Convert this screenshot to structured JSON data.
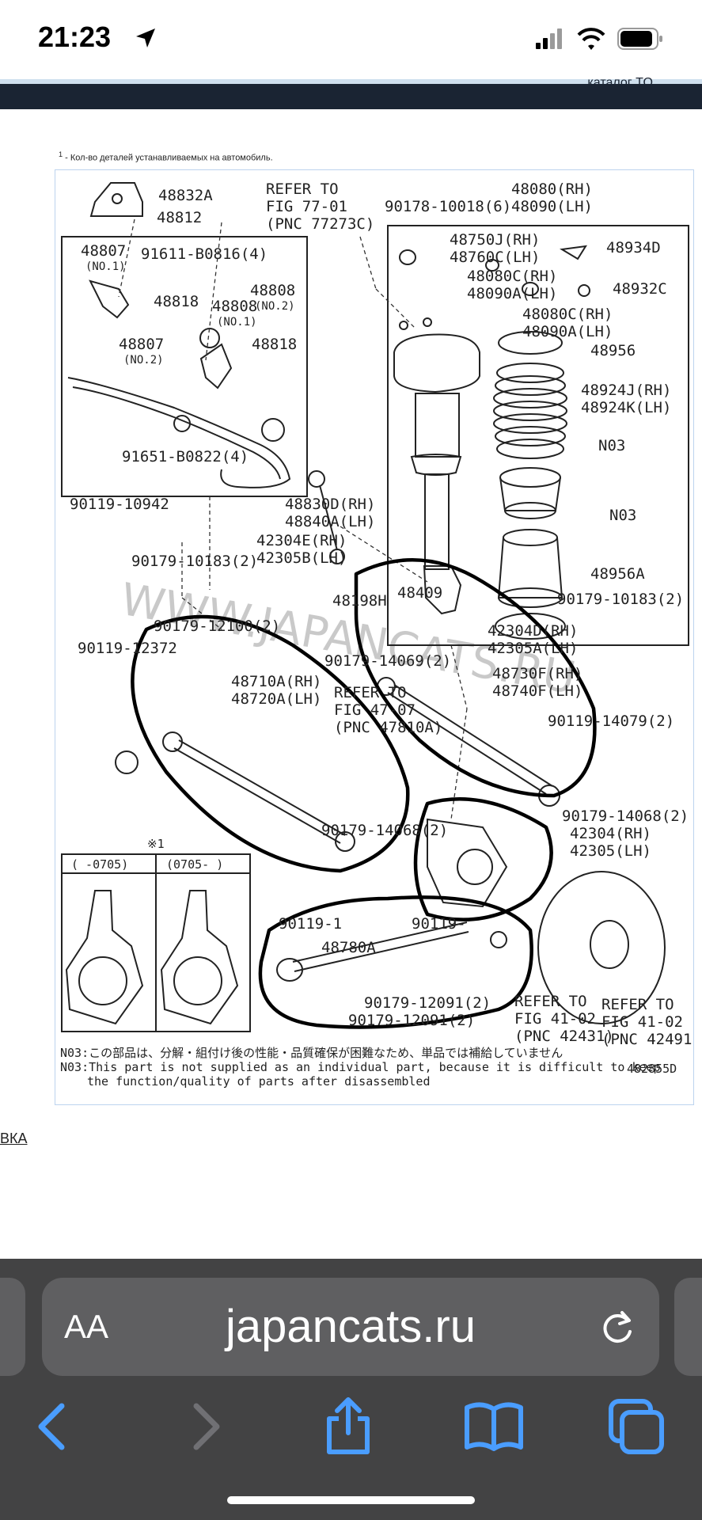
{
  "status_bar": {
    "time": "21:23"
  },
  "header": {
    "partial_link": "каталог TO"
  },
  "page": {
    "footnote_marker": "1",
    "footnote": "- Кол-во деталей устанавливаемых на автомобиль.",
    "side_link_partial": "ВКА"
  },
  "diagram": {
    "labels": {
      "p48832A": "48832A",
      "p48812": "48812",
      "refer_7701_a": "REFER TO",
      "refer_7701_b": "FIG 77-01",
      "refer_7701_c": "(PNC 77273C)",
      "p90178": "90178-10018(6)",
      "p48080RH": "48080(RH)",
      "p48090LH": "48090(LH)",
      "p48807a": "48807",
      "no1a": "(NO.1)",
      "p91611": "91611-B0816(4)",
      "p48808a": "48808",
      "no2a": "(NO.2)",
      "p48818a": "48818",
      "p48808b": "48808",
      "no1b": "(NO.1)",
      "p48807b": "48807",
      "no2b": "(NO.2)",
      "p48818b": "48818",
      "p48750J": "48750J(RH)",
      "p48760C": "48760C(LH)",
      "p48934D": "48934D",
      "p48080C_1": "48080C(RH)",
      "p48090A_1": "48090A(LH)",
      "p48932C": "48932C",
      "p48080C_2": "48080C(RH)",
      "p48090A_2": "48090A(LH)",
      "p48956": "48956",
      "p48924J": "48924J(RH)",
      "p48924K": "48924K(LH)",
      "n03a": "N03",
      "n03b": "N03",
      "p48956A": "48956A",
      "p91651": "91651-B0822(4)",
      "p90119_10942": "90119-10942",
      "p48830D": "48830D(RH)",
      "p48840A": "48840A(LH)",
      "p42304E": "42304E(RH)",
      "p42305B": "42305B(LH)",
      "p90179_10183a": "90179-10183(2)",
      "p48198H": "48198H",
      "p48409": "48409",
      "p90179_10183b": "90179-10183(2)",
      "p90179_12100": "90179-12100(2)",
      "p90119_12372": "90119-12372",
      "p42304D": "42304D(RH)",
      "p42305A": "42305A(LH)",
      "p90179_14069": "90179-14069(2)",
      "p48710A": "48710A(RH)",
      "p48720A": "48720A(LH)",
      "refer_4707_a": "REFER TO",
      "refer_4707_b": "FIG 47-07",
      "refer_4707_c": "(PNC 47810A)",
      "p48730F": "48730F(RH)",
      "p48740F": "48740F(LH)",
      "p90119_14079": "90119-14079(2)",
      "note_mark": "※1",
      "variant_a": "( -0705)",
      "variant_b": "(0705- )",
      "p90179_14068a": "90179-14068(2)",
      "p90179_14068b": "90179-14068(2)",
      "p42304H": "42304(RH)",
      "p42305H": "42305(LH)",
      "p90119_1": "90119-1",
      "p90119_2": "90119-",
      "p48780A": "48780A",
      "p90179_12091a": "90179-12091(2)",
      "p90179_12091b": "90179-12091(2)",
      "refer_4102a_a": "REFER TO",
      "refer_4102a_b": "FIG 41-02",
      "refer_4102a_c": "(PNC 42431)",
      "refer_4102b_a": "REFER TO",
      "refer_4102b_b": "FIG 41-02",
      "refer_4102b_c": "(PNC 42491)",
      "note_jp": "N03:この部品は、分解・組付け後の性能・品質確保が困難なため、単品では補給していません",
      "note_en_1": "N03:This part is not supplied as an individual part, because it is difficult to keep",
      "note_en_2": "the function/quality of parts after disassembled",
      "code": "482855D",
      "watermark": "WWW.JAPANCATS.RU"
    }
  },
  "browser": {
    "text_size_label": "AA",
    "url": "japancats.ru"
  },
  "colors": {
    "header_bg": "#1a2433",
    "browser_bg": "#434344",
    "pill_bg": "#5f5f61",
    "accent_blue": "#4a9dff"
  }
}
